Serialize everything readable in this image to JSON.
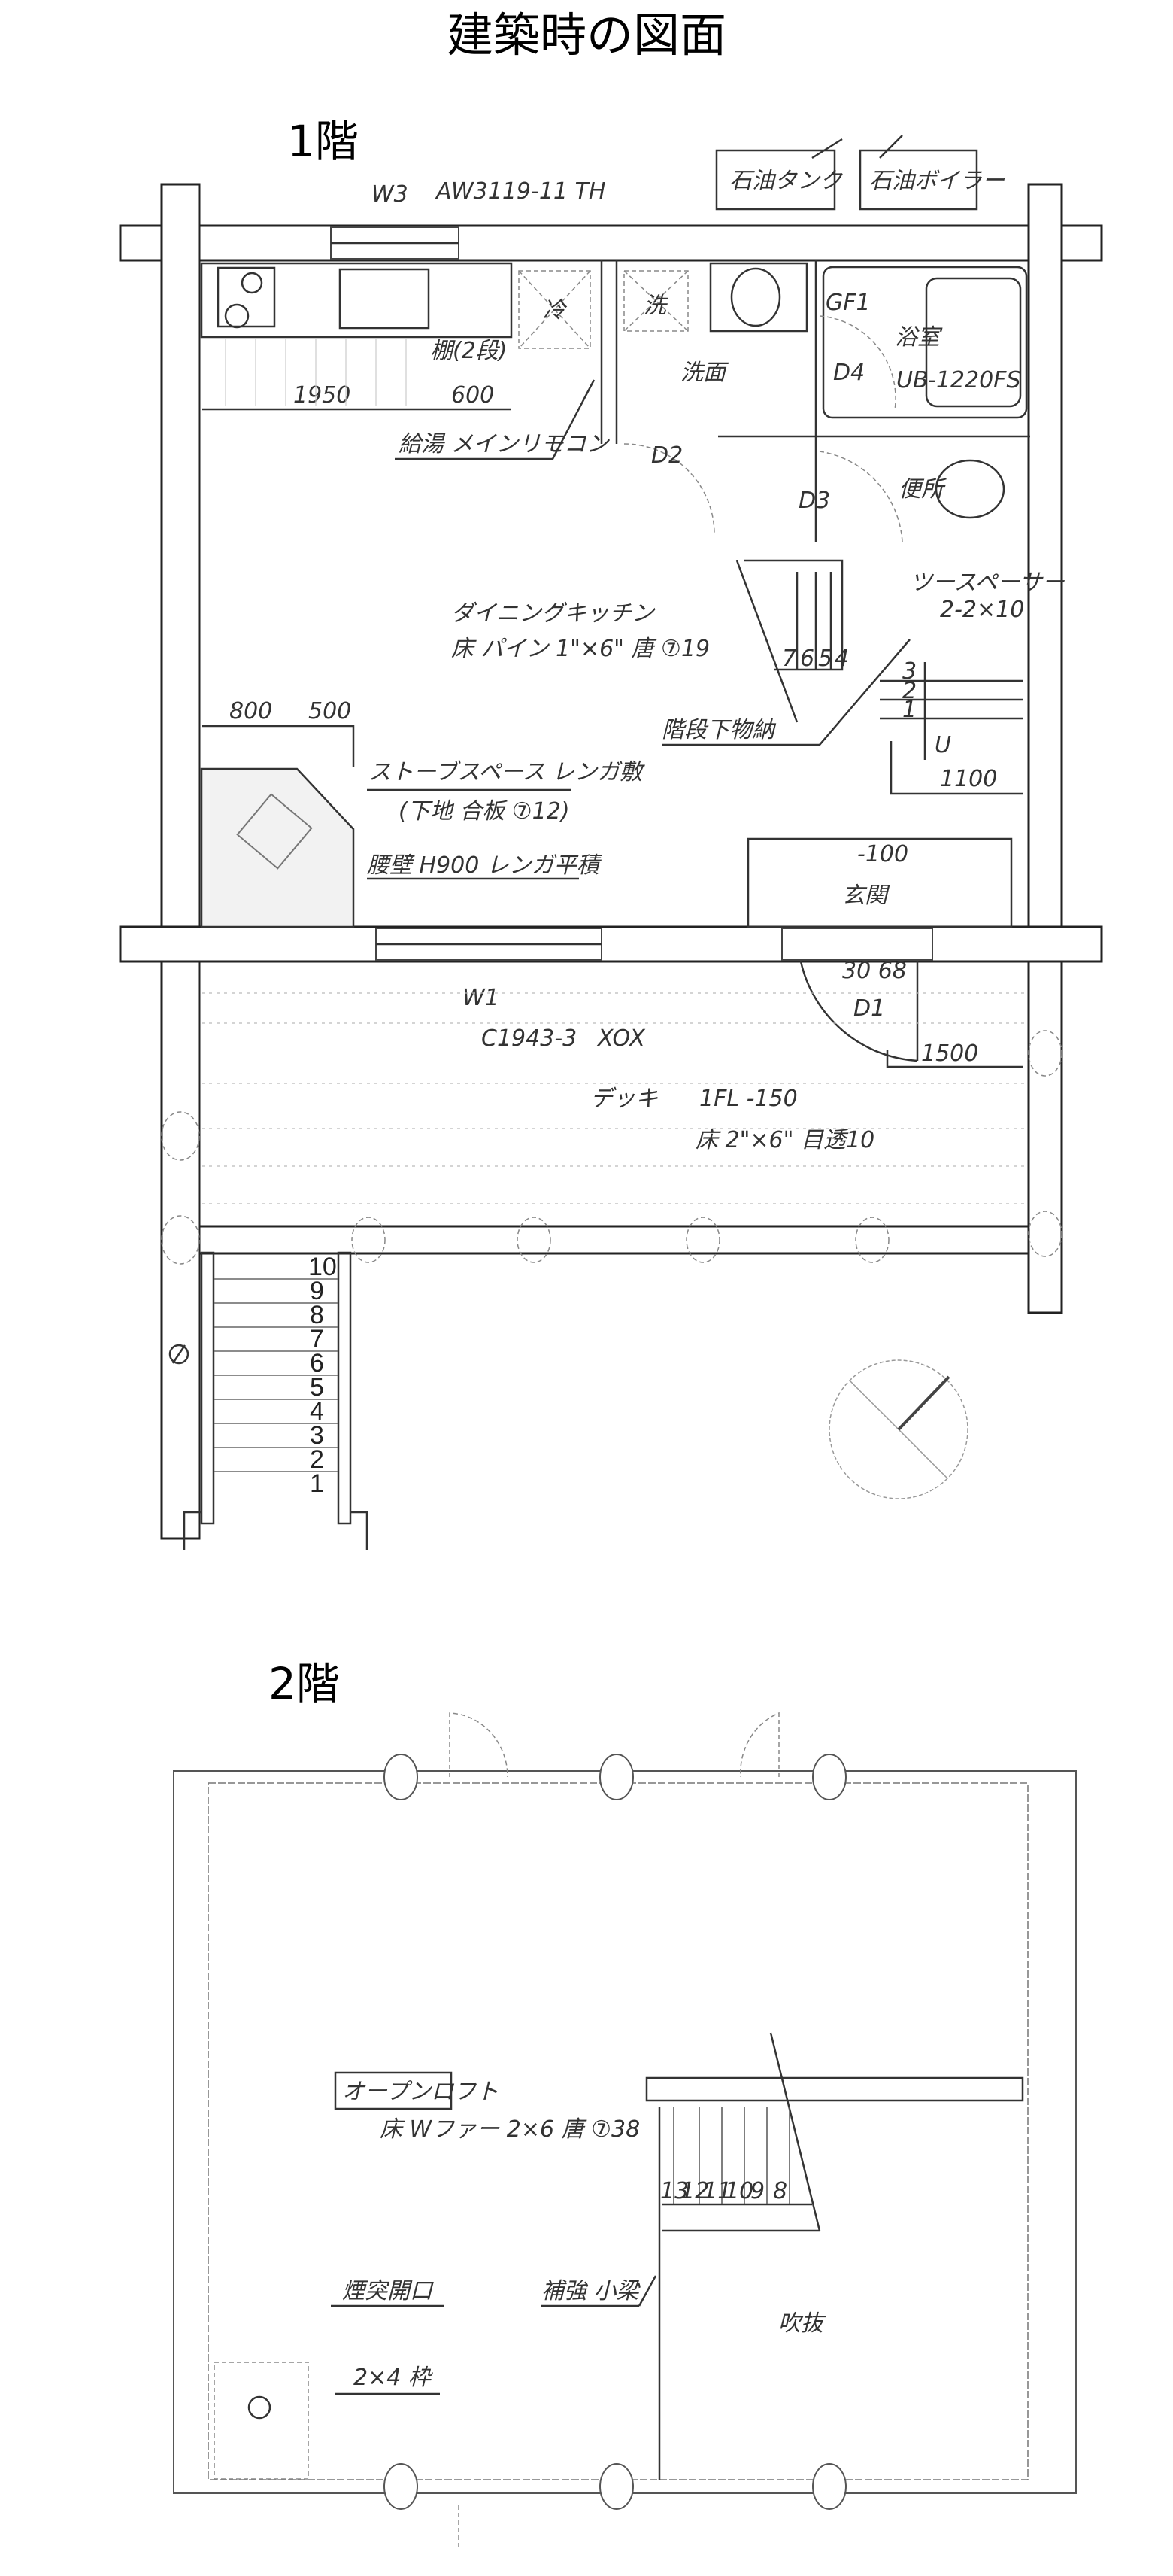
{
  "title": "建築時の図面",
  "floor1": {
    "label": "1階",
    "w3": "W3",
    "w3_model": "AW3119-11 TH",
    "oil_tank": "石油タンク",
    "oil_boiler": "石油ボイラー",
    "fridge": "冷",
    "washer": "洗",
    "gf1": "GF1",
    "bathroom": "浴室",
    "bath_unit": "UB-1220FS",
    "washroom": "洗面",
    "d4": "D4",
    "shelf": "棚(2段)",
    "dim_1950": "1950",
    "dim_600": "600",
    "hot_water_remote": "給湯 メインリモコン",
    "d2": "D2",
    "d3": "D3",
    "toilet": "便所",
    "dining_kitchen": "ダイニングキッチン",
    "floor_pine": "床 パイン 1\"×6\" 唐 ⑦19",
    "spacer": "ツースペーサー",
    "spacer_size": "2-2×10",
    "stair_steps_upper": [
      "7",
      "6",
      "5",
      "4"
    ],
    "stair_steps_lower": [
      "3",
      "2",
      "1"
    ],
    "under_stair_storage": "階段下物納",
    "up_mark": "U",
    "dim_1100": "1100",
    "dim_800": "800",
    "dim_500": "500",
    "stove_space": "ストーブスペース レンガ敷",
    "stove_base": "(下地 合板 ⑦12)",
    "wainscot": "腰壁 H900 レンガ平積",
    "entrance_level": "-100",
    "entrance": "玄関",
    "w1": "W1",
    "w1_model": "C1943-3",
    "w1_type": "XOX",
    "d1_size": "30 68",
    "d1": "D1",
    "dim_1500": "1500",
    "deck": "デッキ",
    "deck_level": "1FL -150",
    "deck_floor": "床 2\"×6\" 目透10",
    "deck_stair_steps": [
      "10",
      "9",
      "8",
      "7",
      "6",
      "5",
      "4",
      "3",
      "2",
      "1"
    ]
  },
  "floor2": {
    "label": "2階",
    "open_loft": "オープンロフト",
    "loft_floor": "床 Wファー 2×6 唐 ⑦38",
    "stair_steps": [
      "13",
      "12",
      "11",
      "10",
      "9",
      "8"
    ],
    "chimney_opening": "煙突開口",
    "reinforcement": "補強 小梁",
    "frame": "2×4 枠",
    "atrium": "吹抜"
  }
}
